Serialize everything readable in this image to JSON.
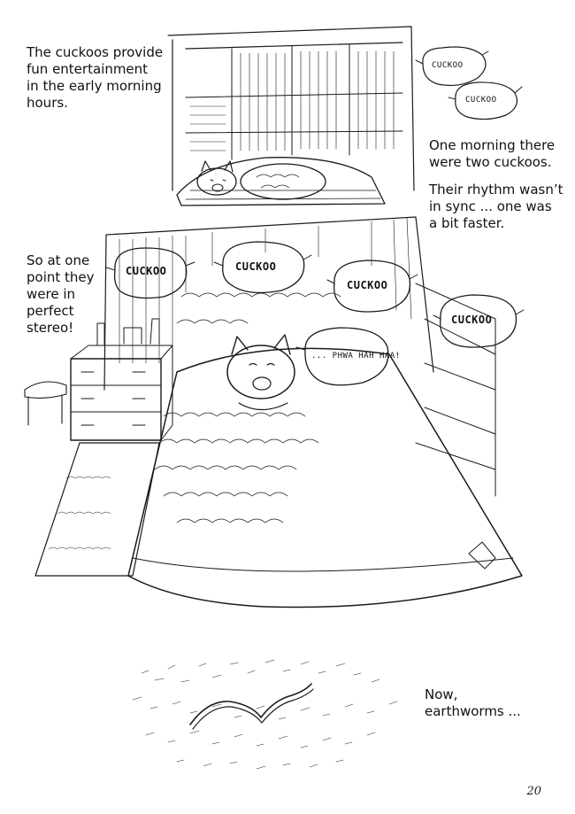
{
  "captions": {
    "intro": "The cuckoos provide\nfun entertainment\nin the early morning\nhours.",
    "two_cuckoos": "One morning there\nwere two cuckoos.",
    "rhythm": "Their rhythm wasn’t\nin sync ... one was\na bit faster.",
    "stereo": "So at one\npoint they\nwere in\nperfect\nstereo!",
    "earthworms": "Now,\nearthworms ..."
  },
  "bubbles": {
    "top_1": "CUCKOO",
    "top_2": "CUCKOO",
    "stereo_1": "CUCKOO",
    "stereo_2": "CUCKOO",
    "stereo_3": "CUCKOO",
    "stereo_4": "CUCKOO",
    "laugh": "... PHWA HAH HAA!"
  },
  "page_number": "20"
}
